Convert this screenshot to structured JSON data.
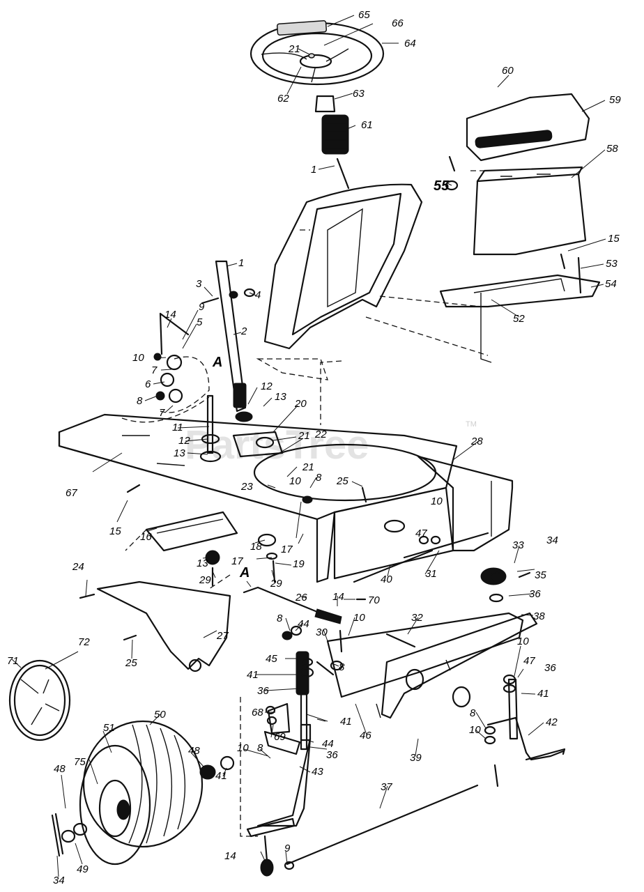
{
  "watermark": {
    "text": "PartsTree",
    "trademark": "TM"
  },
  "callouts": [
    {
      "id": "c65",
      "text": "65"
    },
    {
      "id": "c66",
      "text": "66"
    },
    {
      "id": "c64",
      "text": "64"
    },
    {
      "id": "c21a",
      "text": "21"
    },
    {
      "id": "c62",
      "text": "62"
    },
    {
      "id": "c63",
      "text": "63"
    },
    {
      "id": "c61",
      "text": "61"
    },
    {
      "id": "c1a",
      "text": "1"
    },
    {
      "id": "c60",
      "text": "60"
    },
    {
      "id": "c59",
      "text": "59"
    },
    {
      "id": "c58",
      "text": "58"
    },
    {
      "id": "c55",
      "text": "55"
    },
    {
      "id": "c15a",
      "text": "15"
    },
    {
      "id": "c53",
      "text": "53"
    },
    {
      "id": "c54",
      "text": "54"
    },
    {
      "id": "c52",
      "text": "52"
    },
    {
      "id": "c1b",
      "text": "1"
    },
    {
      "id": "c3",
      "text": "3"
    },
    {
      "id": "c4",
      "text": "4"
    },
    {
      "id": "c14a",
      "text": "14"
    },
    {
      "id": "c9a",
      "text": "9"
    },
    {
      "id": "c5",
      "text": "5"
    },
    {
      "id": "c2",
      "text": "2"
    },
    {
      "id": "c10a",
      "text": "10"
    },
    {
      "id": "cA1",
      "text": "A"
    },
    {
      "id": "c7a",
      "text": "7"
    },
    {
      "id": "c6",
      "text": "6"
    },
    {
      "id": "c8a",
      "text": "8"
    },
    {
      "id": "c7b",
      "text": "7"
    },
    {
      "id": "c12a",
      "text": "12"
    },
    {
      "id": "c13a",
      "text": "13"
    },
    {
      "id": "c20",
      "text": "20"
    },
    {
      "id": "c11",
      "text": "11"
    },
    {
      "id": "c12b",
      "text": "12"
    },
    {
      "id": "c21b",
      "text": "21"
    },
    {
      "id": "c22",
      "text": "22"
    },
    {
      "id": "c13b",
      "text": "13"
    },
    {
      "id": "c28",
      "text": "28"
    },
    {
      "id": "c21c",
      "text": "21"
    },
    {
      "id": "c8b",
      "text": "8"
    },
    {
      "id": "c23",
      "text": "23"
    },
    {
      "id": "c10b",
      "text": "10"
    },
    {
      "id": "c25a",
      "text": "25"
    },
    {
      "id": "c67",
      "text": "67"
    },
    {
      "id": "c15b",
      "text": "15"
    },
    {
      "id": "c16",
      "text": "16"
    },
    {
      "id": "c10c",
      "text": "10"
    },
    {
      "id": "c47a",
      "text": "47"
    },
    {
      "id": "c18",
      "text": "18"
    },
    {
      "id": "c17a",
      "text": "17"
    },
    {
      "id": "c13c",
      "text": "13"
    },
    {
      "id": "c17b",
      "text": "17"
    },
    {
      "id": "c19",
      "text": "19"
    },
    {
      "id": "c29a",
      "text": "29"
    },
    {
      "id": "c29b",
      "text": "29"
    },
    {
      "id": "c40",
      "text": "40"
    },
    {
      "id": "c31",
      "text": "31"
    },
    {
      "id": "c33",
      "text": "33"
    },
    {
      "id": "c34a",
      "text": "34"
    },
    {
      "id": "c35",
      "text": "35"
    },
    {
      "id": "c36a",
      "text": "36"
    },
    {
      "id": "c24",
      "text": "24"
    },
    {
      "id": "cA2",
      "text": "A"
    },
    {
      "id": "c26",
      "text": "26"
    },
    {
      "id": "c14b",
      "text": "14"
    },
    {
      "id": "c70",
      "text": "70"
    },
    {
      "id": "c27",
      "text": "27"
    },
    {
      "id": "c38",
      "text": "38"
    },
    {
      "id": "c8c",
      "text": "8"
    },
    {
      "id": "c44a",
      "text": "44"
    },
    {
      "id": "c10d",
      "text": "10"
    },
    {
      "id": "c30",
      "text": "30"
    },
    {
      "id": "c32",
      "text": "32"
    },
    {
      "id": "c25b",
      "text": "25"
    },
    {
      "id": "c72",
      "text": "72"
    },
    {
      "id": "c71",
      "text": "71"
    },
    {
      "id": "c45",
      "text": "45"
    },
    {
      "id": "c8d",
      "text": "8"
    },
    {
      "id": "c10e",
      "text": "10"
    },
    {
      "id": "c47b",
      "text": "47"
    },
    {
      "id": "c41a",
      "text": "41"
    },
    {
      "id": "c36b",
      "text": "36"
    },
    {
      "id": "c36c",
      "text": "36"
    },
    {
      "id": "c41b",
      "text": "41"
    },
    {
      "id": "c50",
      "text": "50"
    },
    {
      "id": "c68",
      "text": "68"
    },
    {
      "id": "c44b",
      "text": "44"
    },
    {
      "id": "c46",
      "text": "46"
    },
    {
      "id": "c39",
      "text": "39"
    },
    {
      "id": "c42",
      "text": "42"
    },
    {
      "id": "c8e",
      "text": "8"
    },
    {
      "id": "c10f",
      "text": "10"
    },
    {
      "id": "c51",
      "text": "51"
    },
    {
      "id": "c75",
      "text": "75"
    },
    {
      "id": "c48a",
      "text": "48"
    },
    {
      "id": "c69",
      "text": "69"
    },
    {
      "id": "c36d",
      "text": "36"
    },
    {
      "id": "c41c",
      "text": "41"
    },
    {
      "id": "c10g",
      "text": "10"
    },
    {
      "id": "c8f",
      "text": "8"
    },
    {
      "id": "c43",
      "text": "43"
    },
    {
      "id": "c41d",
      "text": "41"
    },
    {
      "id": "c37",
      "text": "37"
    },
    {
      "id": "c48b",
      "text": "48"
    },
    {
      "id": "c14c",
      "text": "14"
    },
    {
      "id": "c9b",
      "text": "9"
    },
    {
      "id": "c34b",
      "text": "34"
    },
    {
      "id": "c49",
      "text": "49"
    }
  ]
}
